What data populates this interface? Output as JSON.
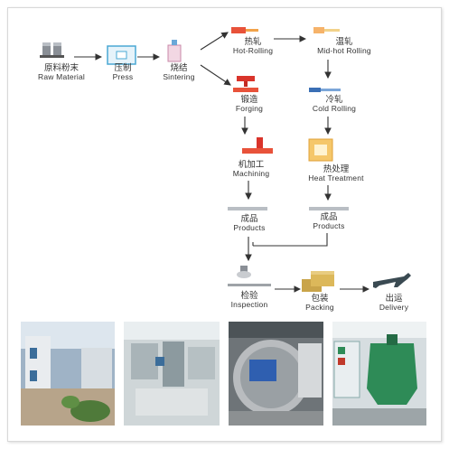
{
  "flow": {
    "raw": {
      "cn": "原料粉末",
      "en": "Raw  Material"
    },
    "press": {
      "cn": "压制",
      "en": "Press"
    },
    "sinter": {
      "cn": "烧结",
      "en": "Sintering"
    },
    "hot": {
      "cn": "热轧",
      "en": "Hot-Rolling"
    },
    "midhot": {
      "cn": "温轧",
      "en": "Mid-hot Rolling"
    },
    "forging": {
      "cn": "锻造",
      "en": "Forging"
    },
    "cold": {
      "cn": "冷轧",
      "en": "Cold Rolling"
    },
    "machining": {
      "cn": "机加工",
      "en": "Machining"
    },
    "heat": {
      "cn": "热处理",
      "en": "Heat Treatment"
    },
    "products1": {
      "cn": "成品",
      "en": "Products"
    },
    "products2": {
      "cn": "成品",
      "en": "Products"
    },
    "inspection": {
      "cn": "检验",
      "en": "Inspection"
    },
    "packing": {
      "cn": "包装",
      "en": "Packing"
    },
    "delivery": {
      "cn": "出运",
      "en": "Delivery"
    }
  },
  "colors": {
    "accent_red": "#d9342b",
    "arrow": "#333333",
    "box_gold": "#c9a44a"
  }
}
